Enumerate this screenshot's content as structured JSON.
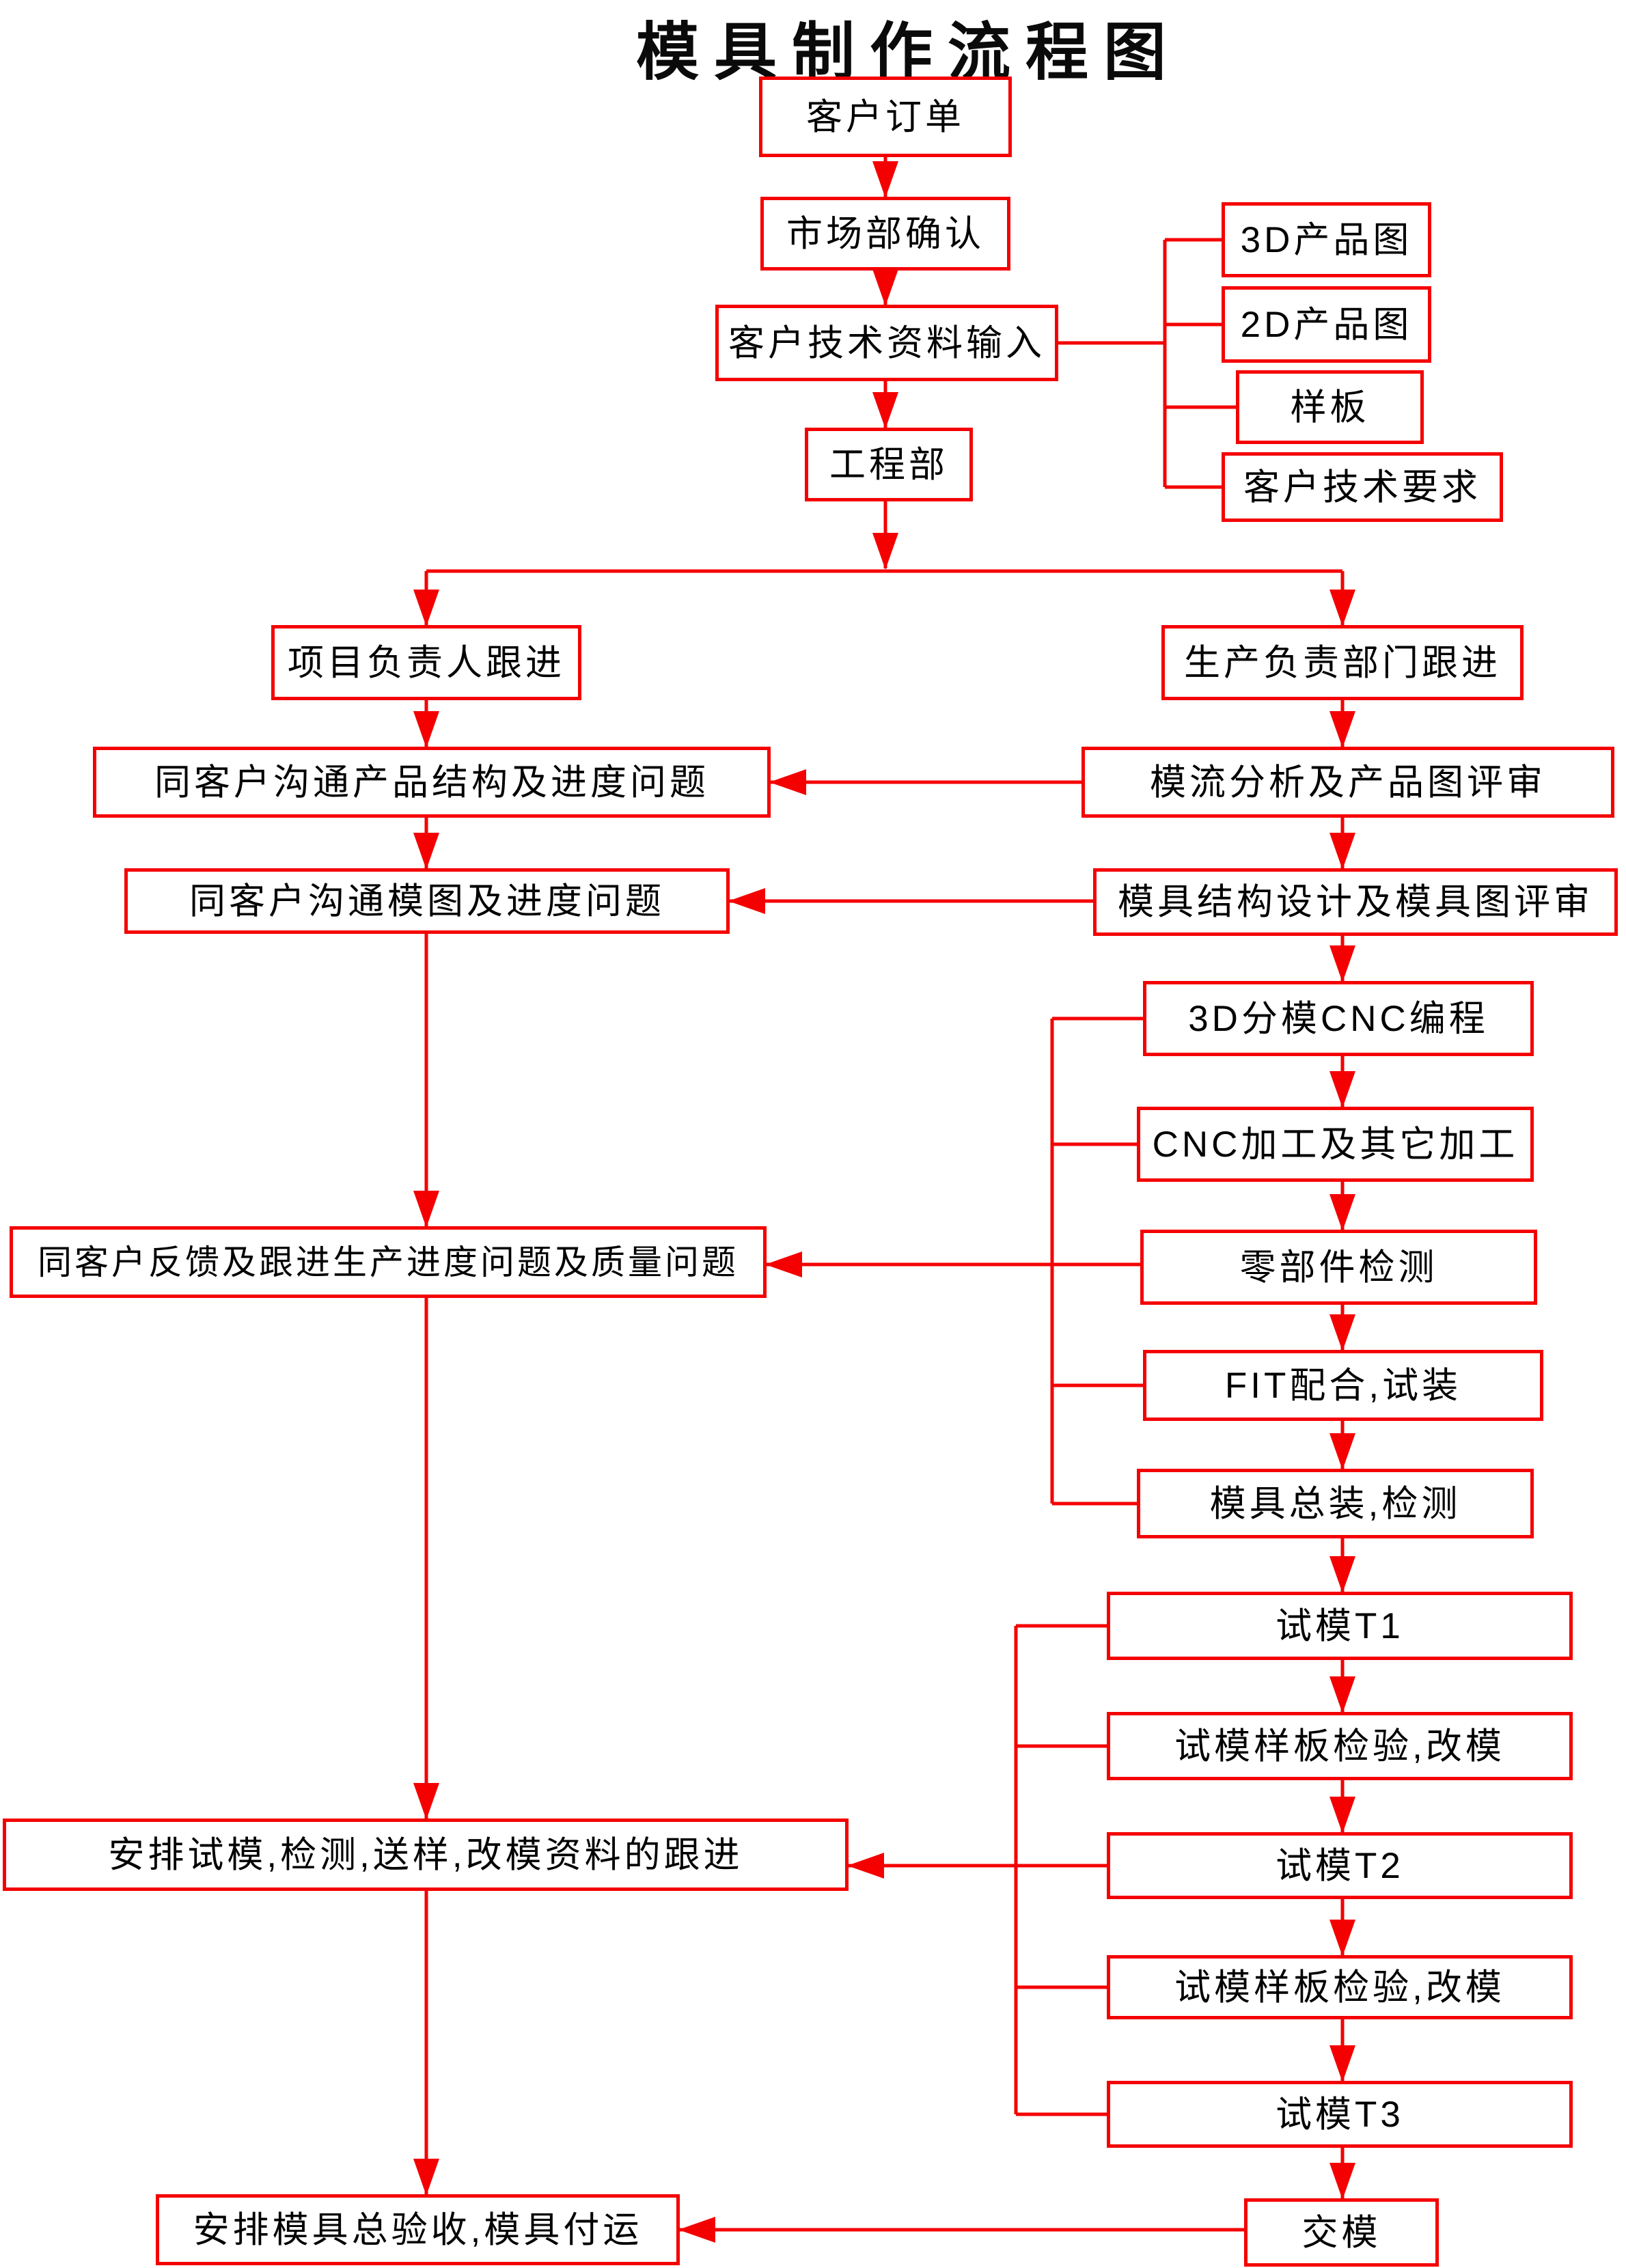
{
  "title": "模具制作流程图",
  "colors": {
    "line_red": "#f50000",
    "text_black": "#000000",
    "background": "#ffffff"
  },
  "nodes": {
    "customer_order": "客户订单",
    "marketing_confirm": "市场部确认",
    "tech_data_input": "客户技术资料输入",
    "engineering_dept": "工程部",
    "product_3d": "3D产品图",
    "product_2d": "2D产品图",
    "sample_board": "样板",
    "customer_tech_req": "客户技术要求",
    "project_leader_follow": "项目负责人跟进",
    "production_dept_follow": "生产负责部门跟进",
    "comm_product_structure": "同客户沟通产品结构及进度问题",
    "mold_flow_review": "模流分析及产品图评审",
    "comm_mold_drawing": "同客户沟通模图及进度问题",
    "mold_structure_review": "模具结构设计及模具图评审",
    "customer_feedback": "同客户反馈及跟进生产进度问题及质量问题",
    "cnc_programming": "3D分模CNC编程",
    "cnc_machining": "CNC加工及其它加工",
    "parts_inspection": "零部件检测",
    "fit_assembly": "FIT配合,试装",
    "mold_assembly": "模具总装,检测",
    "trial_t1": "试模T1",
    "trial_inspect_1": "试模样板检验,改模",
    "trial_t2": "试模T2",
    "trial_inspect_2": "试模样板检验,改模",
    "trial_t3": "试模T3",
    "mold_delivery": "交模",
    "arrange_trial_follow": "安排试模,检测,送样,改模资料的跟进",
    "final_acceptance": "安排模具总验收,模具付运"
  }
}
